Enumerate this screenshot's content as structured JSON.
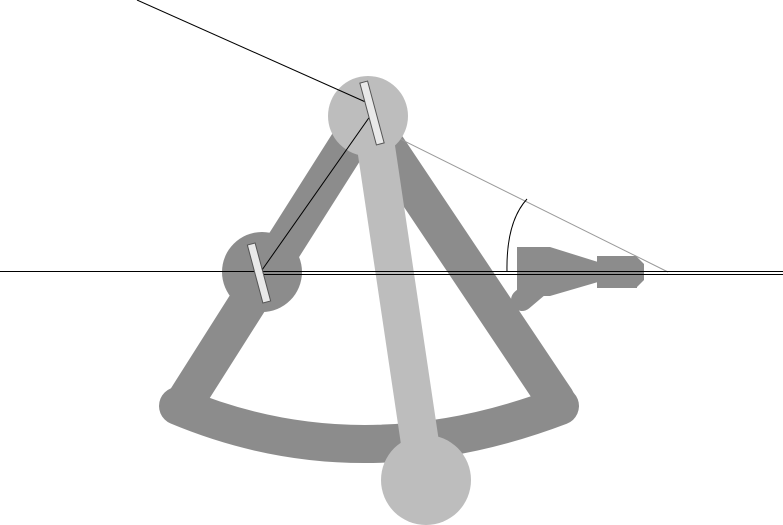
{
  "diagram": {
    "subject": "sextant",
    "colors": {
      "background": "#ffffff",
      "frame": "#8c8c8c",
      "index_arm": "#bdbdbd",
      "mirror_fill": "#e9e9e9",
      "mirror_stroke": "#555555",
      "ray": "#000000",
      "sight_line": "#9a9a9a"
    },
    "parts": [
      "frame",
      "arc",
      "index-arm",
      "pivot-disc",
      "index-mirror",
      "horizon-disc",
      "horizon-mirror",
      "telescope",
      "incoming-ray",
      "reflected-ray",
      "horizon-line",
      "sight-line",
      "angle-arc"
    ]
  }
}
